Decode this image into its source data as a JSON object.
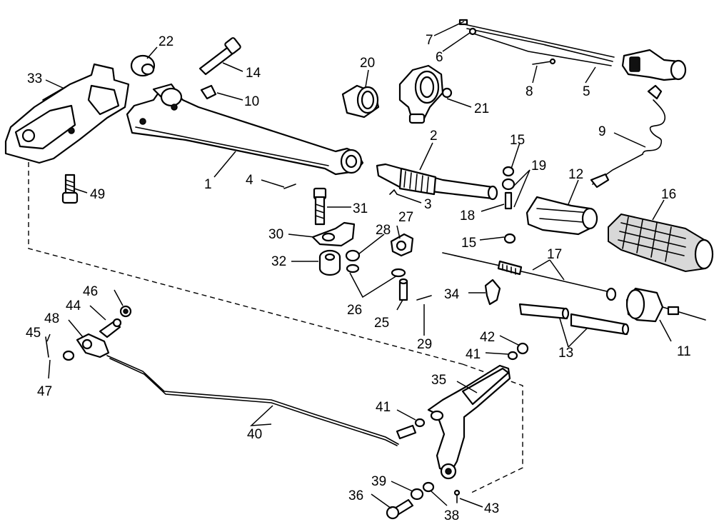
{
  "callouts": [
    "1",
    "2",
    "3",
    "4",
    "5",
    "6",
    "7",
    "8",
    "9",
    "10",
    "11",
    "12",
    "13",
    "14",
    "15",
    "15",
    "16",
    "17",
    "18",
    "19",
    "20",
    "21",
    "22",
    "25",
    "26",
    "27",
    "28",
    "29",
    "30",
    "31",
    "32",
    "33",
    "34",
    "35",
    "36",
    "38",
    "39",
    "40",
    "41",
    "41",
    "42",
    "43",
    "44",
    "45",
    "46",
    "47",
    "48",
    "49"
  ]
}
